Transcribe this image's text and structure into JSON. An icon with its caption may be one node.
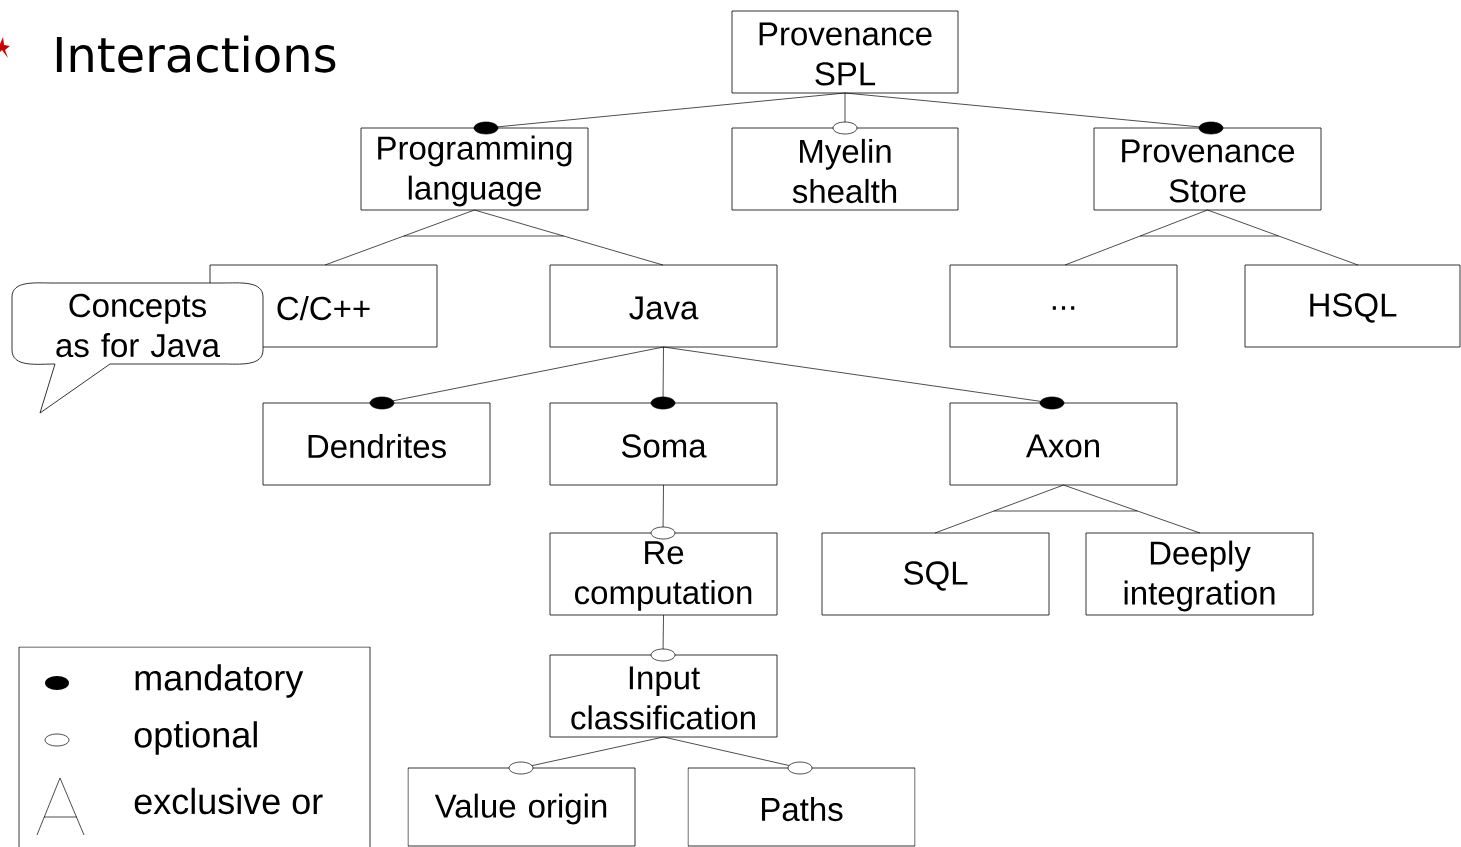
{
  "diagram": {
    "title": "Interactions",
    "nodes": [
      {
        "text": [
          "Provenance SPL"
        ]
      },
      {
        "text": [
          "Programming language"
        ]
      },
      {
        "text": [
          "Myelin shealth"
        ]
      },
      {
        "text": [
          "Provenance Store"
        ]
      },
      {
        "text": [
          "Concepts as for Java"
        ]
      },
      {
        "text": [
          "C/C++"
        ]
      },
      {
        "text": [
          "Java"
        ]
      },
      {
        "text": [
          "..."
        ]
      },
      {
        "text": [
          "HSQL"
        ]
      },
      {
        "text": [
          "Dendrites"
        ]
      },
      {
        "text": [
          "Soma"
        ]
      },
      {
        "text": [
          "Axon"
        ]
      },
      {
        "text": [
          "Re computation"
        ]
      },
      {
        "text": [
          "SQL"
        ]
      },
      {
        "text": [
          "Deeply integration"
        ]
      },
      {
        "text": [
          "Input classification"
        ]
      },
      {
        "text": [
          "Value origin"
        ]
      },
      {
        "text": [
          "Paths"
        ]
      }
    ],
    "edges": [
      {
        "from": 0,
        "to": 1,
        "arrow": "other"
      },
      {
        "from": 0,
        "to": 2,
        "arrow": "other"
      },
      {
        "from": 0,
        "to": 3,
        "arrow": "other"
      },
      {
        "from": 1,
        "to": 5,
        "arrow": "none"
      },
      {
        "from": 1,
        "to": 6,
        "arrow": "none"
      },
      {
        "from": 3,
        "to": 7,
        "arrow": "none"
      },
      {
        "from": 3,
        "to": 8,
        "arrow": "none"
      },
      {
        "from": 6,
        "to": 9,
        "arrow": "other"
      },
      {
        "from": 6,
        "to": 10,
        "arrow": "other"
      },
      {
        "from": 6,
        "to": 11,
        "arrow": "other"
      },
      {
        "from": 11,
        "to": 13,
        "arrow": "none"
      },
      {
        "from": 11,
        "to": 14,
        "arrow": "none"
      },
      {
        "from": 10,
        "to": 12,
        "arrow": "other"
      },
      {
        "from": 12,
        "to": 15,
        "arrow": "other"
      },
      {
        "from": 15,
        "to": 16,
        "arrow": "other"
      },
      {
        "from": 15,
        "to": 17,
        "arrow": "other"
      }
    ],
    "legend": [
      {
        "text": "mandatory"
      },
      {
        "text": "optional"
      },
      {
        "text": "exclusive or"
      }
    ]
  }
}
